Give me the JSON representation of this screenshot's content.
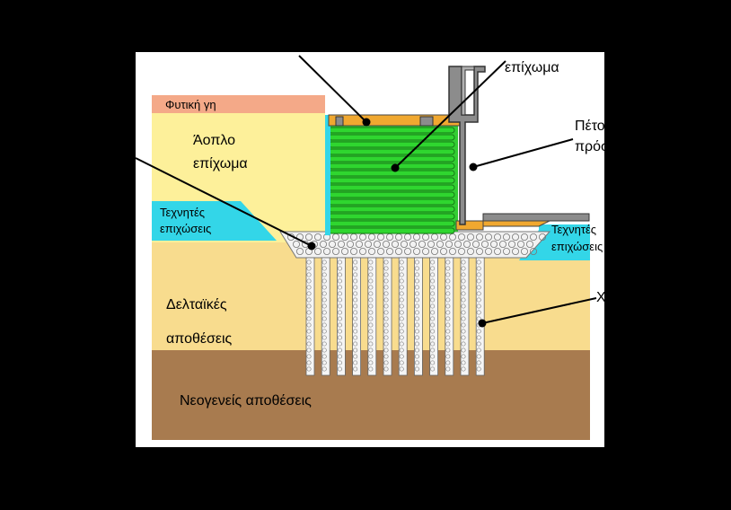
{
  "labels": {
    "topsoil": "Φυτική γη",
    "unreinforced_line1": "Άοπλο",
    "unreinforced_line2": "επίχωμα",
    "artificial_fill_left_line1": "Τεχνητές",
    "artificial_fill_left_line2": "επιχώσεις",
    "artificial_fill_right_line1": "Τεχνητές",
    "artificial_fill_right_line2": "επιχώσεις",
    "deltaic_line1": "Δελταϊκές",
    "deltaic_line2": "αποθέσεις",
    "neogene": "Νεογενείς αποθέσεις",
    "reinforced_fill_partial": "επίχωμα",
    "stone_wall_line1": "Πέτο",
    "stone_wall_line2": "πρόσ",
    "columns_partial": "Χ"
  },
  "colors": {
    "background": "#000000",
    "panel": "#ffffff",
    "topsoil": "#f4a988",
    "unreinforced_fill": "#fdf09a",
    "artificial_fill": "#33d6e8",
    "deltaic": "#f8dc8e",
    "neogene": "#a87b4f",
    "reinforced_fill": "#33cc33",
    "wall": "#8c8c8c",
    "cap": "#f0a830",
    "gravel": "#f2f2f2"
  }
}
